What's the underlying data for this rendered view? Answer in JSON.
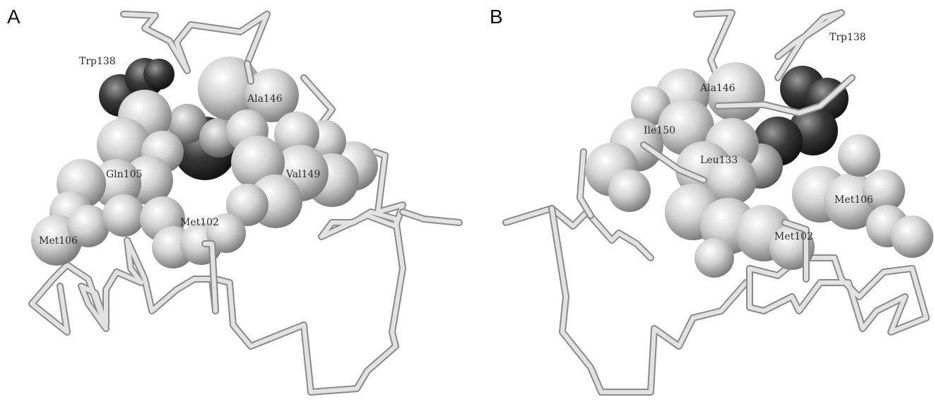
{
  "figure": {
    "panels": [
      {
        "letter": "A",
        "labels": {
          "trp138": "Trp138",
          "ala146": "Ala146",
          "gln105": "Gln105",
          "val149": "Val149",
          "met102": "Met102",
          "met106": "Met106"
        }
      },
      {
        "letter": "B",
        "labels": {
          "trp138": "Trp138",
          "ala146": "Ala146",
          "ile150": "Ile150",
          "leu133": "Leu133",
          "met106": "Met106",
          "met102": "Met102"
        }
      }
    ],
    "colors": {
      "background": "#ffffff",
      "backbone": "#d4d4d4",
      "light_atom": "#c8c8c8",
      "dark_atom": "#2a2a2a"
    }
  }
}
